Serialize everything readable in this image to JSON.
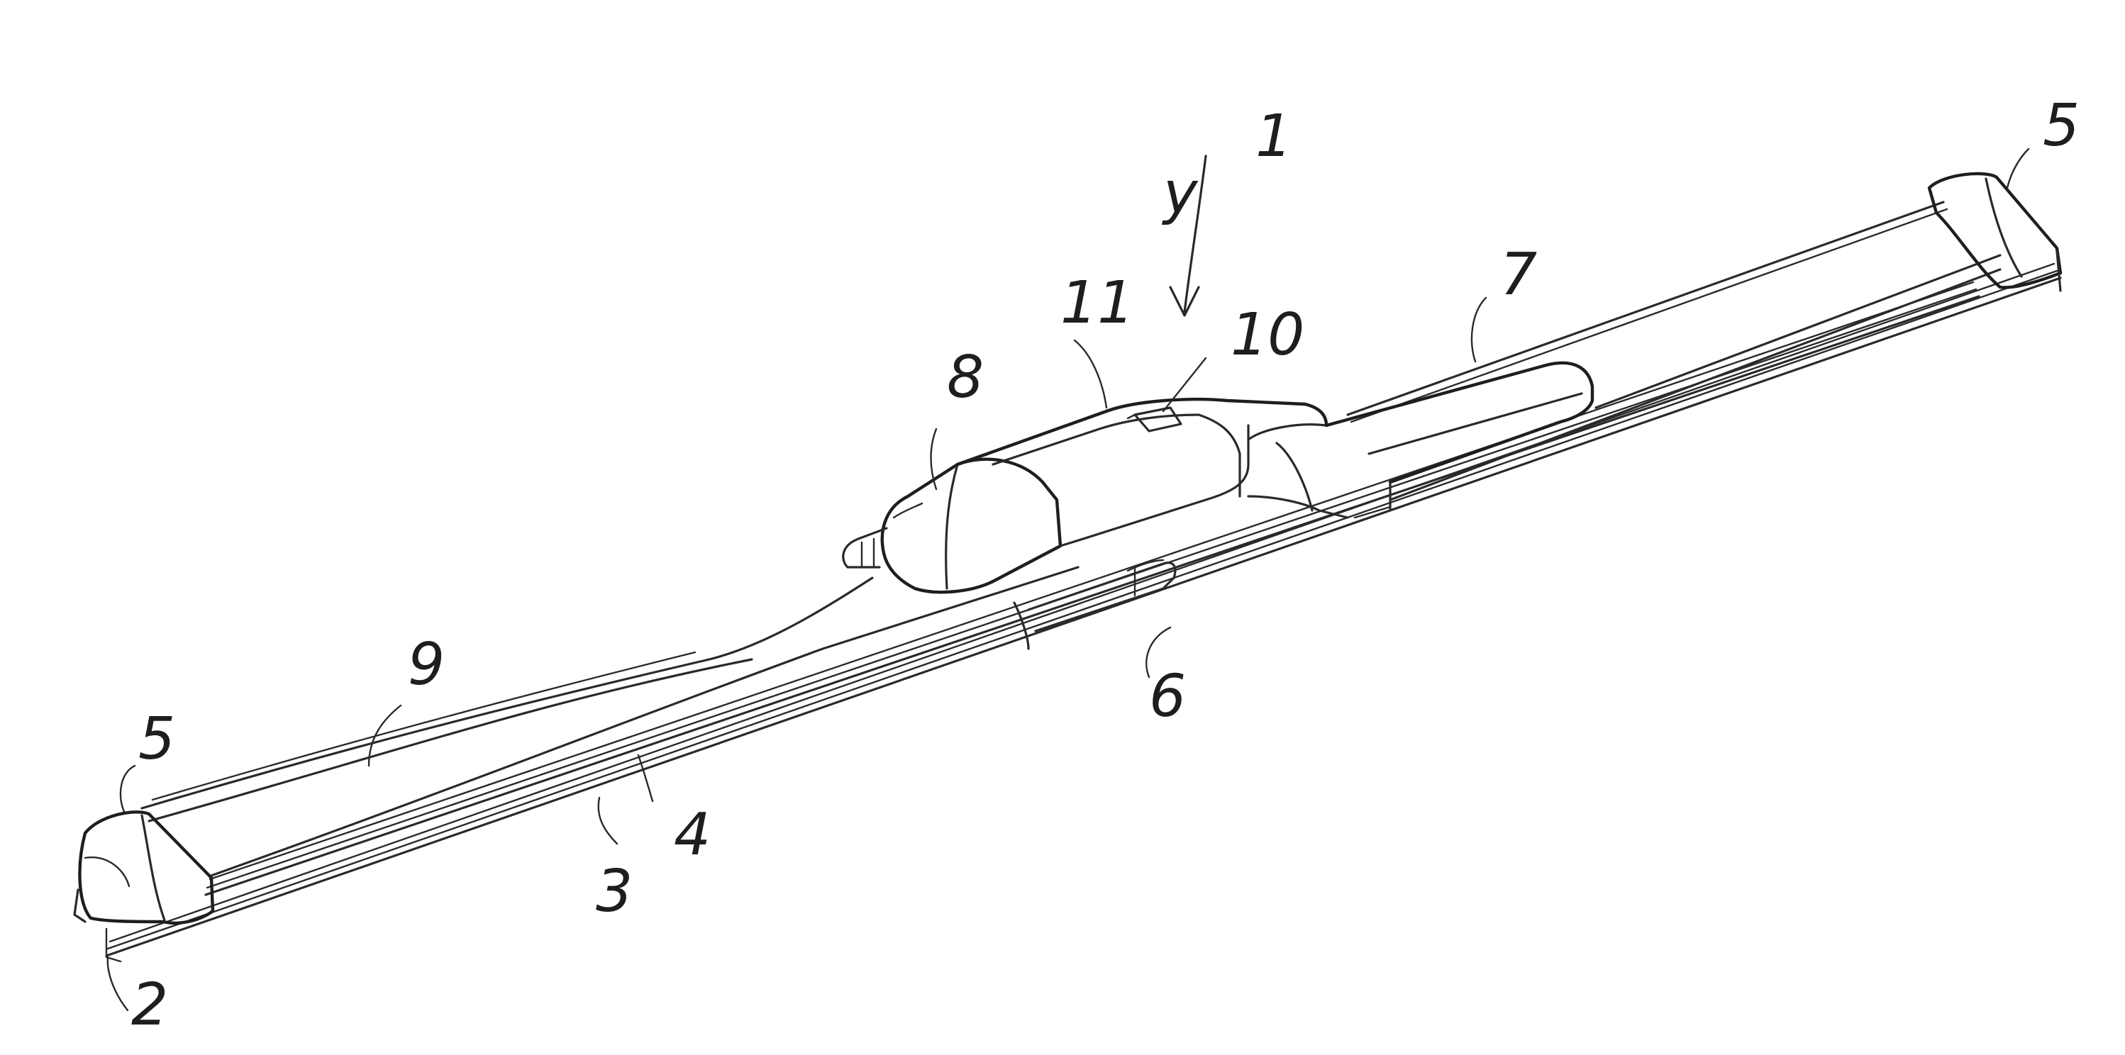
{
  "figure": {
    "labels": {
      "wiper_blade": "1",
      "wiper_rubber": "2",
      "spring_rail_lower": "3",
      "spring_rail_upper": "4",
      "end_cap_right": "5",
      "end_cap_left": "5",
      "center_clip": "6",
      "spoiler_right": "7",
      "adapter_head": "8",
      "spoiler_left": "9",
      "top_button": "10",
      "adapter_edge": "11",
      "arrow_mark": "y"
    }
  }
}
